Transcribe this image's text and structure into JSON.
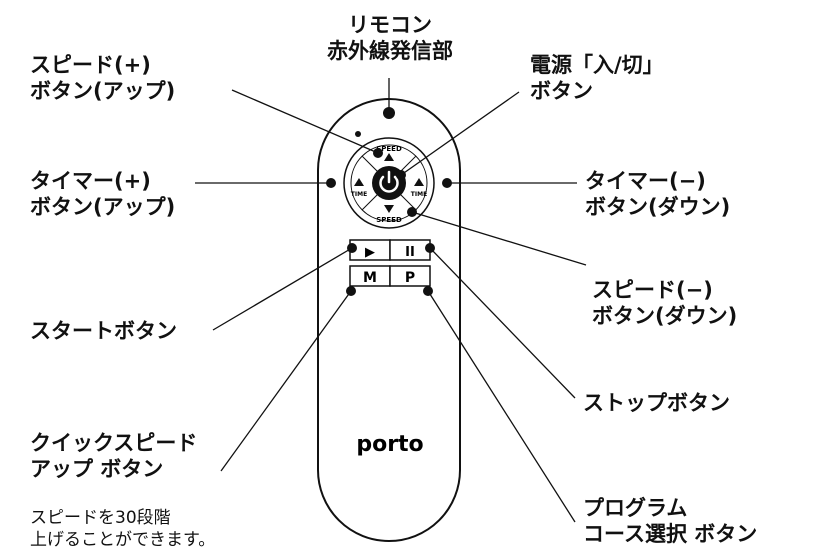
{
  "labels": {
    "ir_emitter": [
      "リモコン",
      "赤外線発信部"
    ],
    "speed_up": [
      "スピード(+)",
      "ボタン(アップ)"
    ],
    "power": [
      "電源「入/切」",
      "ボタン"
    ],
    "timer_up": [
      "タイマー(+)",
      "ボタン(アップ)"
    ],
    "timer_down": [
      "タイマー(−)",
      "ボタン(ダウン)"
    ],
    "speed_down": [
      "スピード(−)",
      "ボタン(ダウン)"
    ],
    "start": "スタートボタン",
    "stop": "ストップボタン",
    "quick_speed_up": [
      "クイックスピード",
      "アップ ボタン"
    ],
    "quick_speed_up_note": [
      "スピードを30段階",
      "上げることができます。"
    ],
    "program": [
      "プログラム",
      "コース選択 ボタン"
    ]
  },
  "remote": {
    "brand": "porto",
    "speed_text": "SPEED",
    "time_text": "TIME",
    "play_symbol": "▶",
    "pause_symbol": "II",
    "m_key": "M",
    "p_key": "P"
  },
  "colors": {
    "ink": "#111111",
    "background": "#ffffff"
  }
}
